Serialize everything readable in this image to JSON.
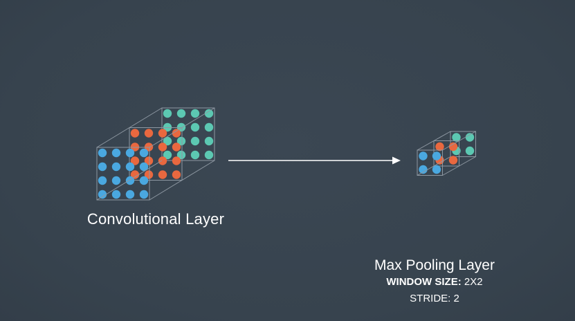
{
  "colors": {
    "background": "#38444f",
    "blue": "#4aa8e0",
    "orange": "#e9683f",
    "teal": "#5cc8b2",
    "outline": "#8e98a2",
    "arrow": "#ffffff"
  },
  "conv_layer": {
    "title": "Convolutional Layer",
    "grid_size": 4,
    "slice_colors": [
      "teal",
      "orange",
      "blue"
    ]
  },
  "pool_layer": {
    "title": "Max Pooling Layer",
    "window_label": "WINDOW SIZE:",
    "window_value": "2X2",
    "stride_text": "STRIDE: 2",
    "grid_size": 2,
    "slice_colors": [
      "teal",
      "orange",
      "blue"
    ]
  }
}
